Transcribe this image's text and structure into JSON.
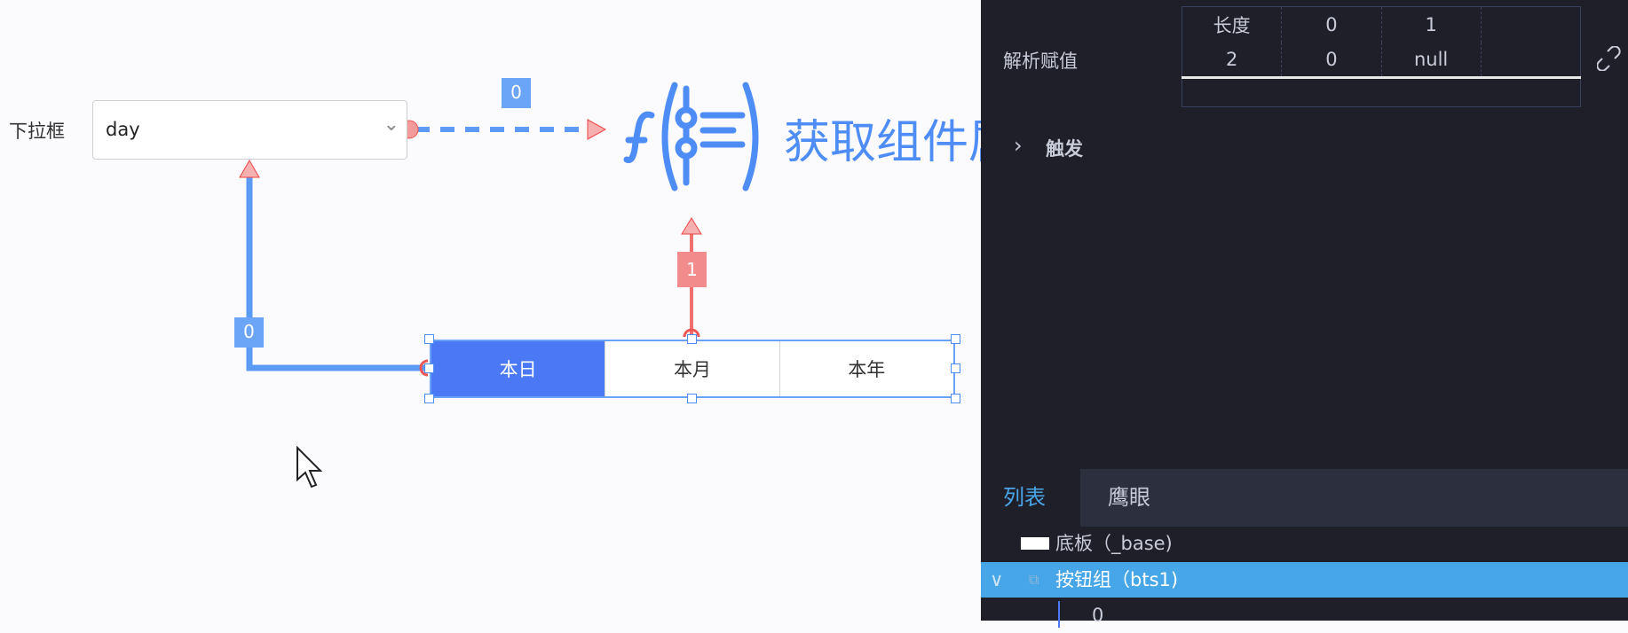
{
  "canvas": {
    "dropdown_label": "下拉框",
    "dropdown_value": "day",
    "link_badge_top": "0",
    "link_badge_left": "0",
    "link_badge_red": "1",
    "function_title": "获取组件属",
    "button_group": [
      {
        "label": "本日",
        "active": true
      },
      {
        "label": "本月",
        "active": false
      },
      {
        "label": "本年",
        "active": false
      }
    ],
    "colors": {
      "link_blue": "#5b9bf6",
      "link_red": "#f07070",
      "active_button": "#4b79f5"
    }
  },
  "panel": {
    "parse_label": "解析赋值",
    "table": {
      "rows": [
        [
          "长度",
          "0",
          "1",
          ""
        ],
        [
          "2",
          "0",
          "null",
          ""
        ]
      ]
    },
    "trigger_label": "触发",
    "tabs": [
      {
        "label": "列表",
        "active": true
      },
      {
        "label": "鹰眼",
        "active": false
      }
    ],
    "tree": [
      {
        "label": "底板（_base)"
      },
      {
        "label": "按钮组（bts1)",
        "selected": true
      },
      {
        "label": "0"
      }
    ]
  }
}
